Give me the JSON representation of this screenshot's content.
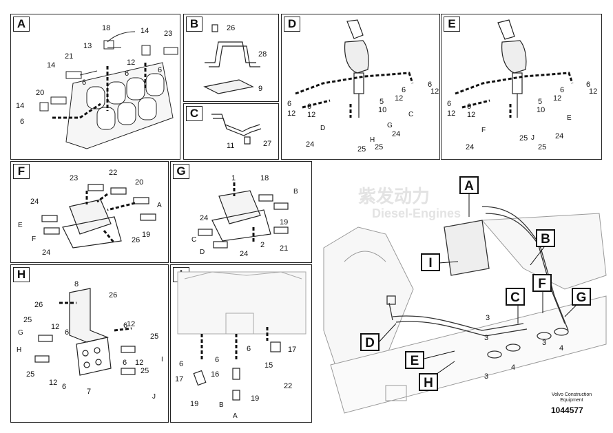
{
  "panels": {
    "A": {
      "tag": "A",
      "labels": [
        "18",
        "14",
        "23",
        "13",
        "21",
        "12",
        "6",
        "14",
        "6",
        "20",
        "6",
        "14",
        "6"
      ]
    },
    "B": {
      "tag": "B",
      "labels": [
        "26",
        "28",
        "9"
      ]
    },
    "C": {
      "tag": "C",
      "labels": [
        "11",
        "27"
      ]
    },
    "D": {
      "tag": "D",
      "labels": [
        "6",
        "12",
        "6",
        "12",
        "6",
        "12",
        "5",
        "10",
        "6",
        "12",
        "C",
        "D",
        "G",
        "H",
        "24",
        "24",
        "25",
        "25"
      ]
    },
    "E": {
      "tag": "E",
      "labels": [
        "6",
        "12",
        "6",
        "12",
        "6",
        "12",
        "5",
        "10",
        "6",
        "12",
        "E",
        "F",
        "J",
        "24",
        "24",
        "25",
        "25"
      ]
    },
    "F": {
      "tag": "F",
      "labels": [
        "23",
        "22",
        "20",
        "24",
        "A",
        "E",
        "19",
        "26",
        "F",
        "24"
      ]
    },
    "G": {
      "tag": "G",
      "labels": [
        "1",
        "18",
        "B",
        "24",
        "19",
        "C",
        "2",
        "D",
        "24",
        "21"
      ]
    },
    "H": {
      "tag": "H",
      "labels": [
        "8",
        "26",
        "26",
        "12",
        "6",
        "12",
        "25",
        "G",
        "6",
        "25",
        "I",
        "H",
        "6",
        "12",
        "25",
        "12",
        "6",
        "25",
        "J",
        "7"
      ]
    },
    "I": {
      "tag": "I",
      "labels": [
        "6",
        "6",
        "6",
        "15",
        "17",
        "17",
        "16",
        "19",
        "19",
        "B",
        "22",
        "A"
      ]
    }
  },
  "overview": {
    "callouts": [
      "A",
      "B",
      "I",
      "C",
      "F",
      "G",
      "D",
      "E",
      "H"
    ],
    "numbers": [
      "3",
      "3",
      "4",
      "3",
      "4",
      "3"
    ]
  },
  "footer": {
    "company_line1": "Volvo Construction",
    "company_line2": "Equipment",
    "doc_number": "1044577"
  },
  "watermark": {
    "text_cn": "紫发动力",
    "text_en": "Diesel-Engines"
  }
}
